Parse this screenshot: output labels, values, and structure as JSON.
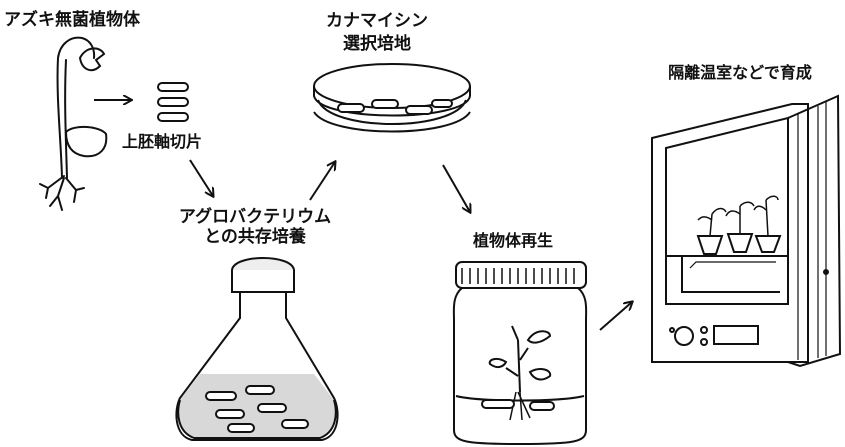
{
  "labels": {
    "seedling": "アズキ無菌植物体",
    "epicotyl": "上胚軸切片",
    "kanamycin_1": "カナマイシン",
    "kanamycin_2": "選択培地",
    "agro_1": "アグロバクテリウム",
    "agro_2": "との共存培養",
    "regen": "植物体再生",
    "greenhouse": "隔離温室などで育成"
  }
}
